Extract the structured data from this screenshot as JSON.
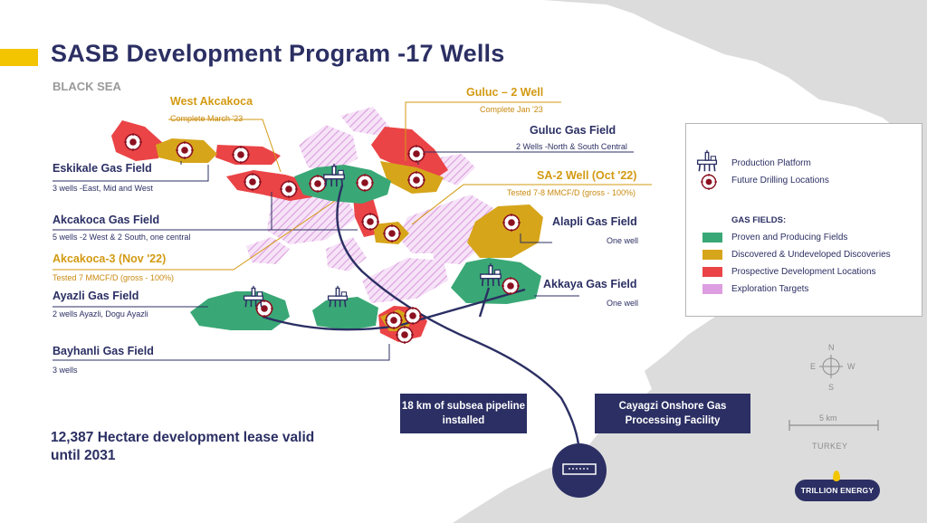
{
  "title": "SASB Development  Program -17 Wells",
  "region": "BLACK SEA",
  "fields": [
    {
      "id": "eskikale",
      "name": "Eskikale Gas Field",
      "detail": "3 wells -East, Mid and West"
    },
    {
      "id": "akcakoca",
      "name": "Akcakoca Gas Field",
      "detail": "5 wells -2 West & 2 South, one central"
    },
    {
      "id": "ayazli",
      "name": "Ayazli Gas Field",
      "detail": "2 wells Ayazli, Dogu Ayazli"
    },
    {
      "id": "bayhanli",
      "name": "Bayhanli Gas Field",
      "detail": "3 wells"
    },
    {
      "id": "guluc",
      "name": "Guluc Gas Field",
      "detail": "2 Wells -North & South Central"
    },
    {
      "id": "alapli",
      "name": "Alapli Gas Field",
      "detail": "One well"
    },
    {
      "id": "akkaya",
      "name": "Akkaya Gas Field",
      "detail": "One well"
    }
  ],
  "wells": [
    {
      "id": "west_akcakoca",
      "name": "West Akcakoca",
      "detail": "Complete March '23"
    },
    {
      "id": "guluc2",
      "name": "Guluc – 2 Well",
      "detail": "Complete Jan '23"
    },
    {
      "id": "sa2",
      "name": "SA-2 Well (Oct '22)",
      "detail": "Tested 7-8 MMCF/D (gross - 100%)"
    },
    {
      "id": "akcakoca3",
      "name": "Akcakoca-3 (Nov '22)",
      "detail": "Tested 7 MMCF/D (gross - 100%)"
    }
  ],
  "callouts": {
    "pipeline": "18 km of subsea pipeline installed",
    "facility": "Cayagzi Onshore Gas Processing Facility"
  },
  "lease": "12,387 Hectare development lease valid until 2031",
  "legend": {
    "production_platform": "Production Platform",
    "future_drilling": "Future Drilling Locations",
    "gas_fields_heading": "GAS FIELDS:",
    "items": [
      {
        "label": "Proven and Producing Fields",
        "color": "#3aa876"
      },
      {
        "label": "Discovered & Undeveloped Discoveries",
        "color": "#d6a51a"
      },
      {
        "label": "Prospective Development Locations",
        "color": "#ea4446"
      },
      {
        "label": "Exploration Targets",
        "color": "#dc9ee0"
      }
    ]
  },
  "compass": {
    "n": "N",
    "s": "S",
    "e": "E",
    "w": "W"
  },
  "scale": "5 km",
  "country": "TURKEY",
  "logo": "TRILLION ENERGY",
  "colors": {
    "navy": "#2b2f63",
    "gold": "#d39a12",
    "green": "#3aa876",
    "yellow": "#d6a51a",
    "red": "#ea4446",
    "pink": "#dc9ee0",
    "land": "#dcdcdc"
  }
}
